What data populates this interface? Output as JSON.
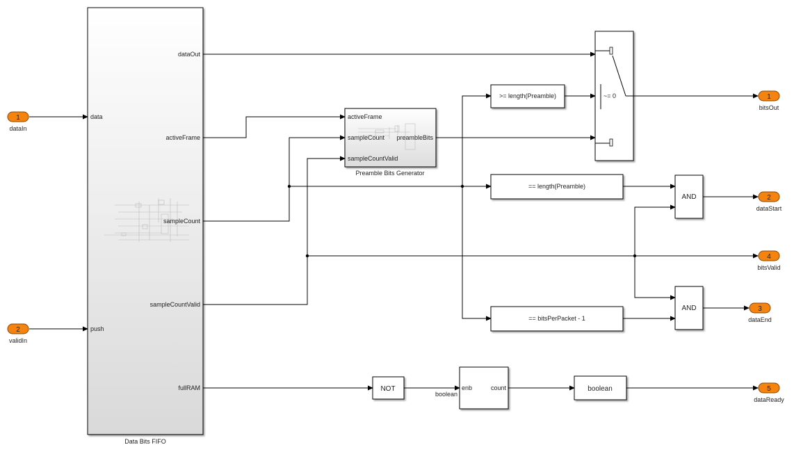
{
  "colors": {
    "port_fill": "#f5830f",
    "port_stroke": "#8a4500",
    "wire": "#000000"
  },
  "inports": [
    {
      "number": "1",
      "name": "dataIn"
    },
    {
      "number": "2",
      "name": "validIn"
    }
  ],
  "outports": [
    {
      "number": "1",
      "name": "bitsOut"
    },
    {
      "number": "2",
      "name": "dataStart"
    },
    {
      "number": "4",
      "name": "bitsValid"
    },
    {
      "number": "3",
      "name": "dataEnd"
    },
    {
      "number": "5",
      "name": "dataReady"
    }
  ],
  "fifo": {
    "name": "Data Bits FIFO",
    "inputs": [
      "data",
      "push"
    ],
    "outputs": [
      "dataOut",
      "activeFrame",
      "sampleCount",
      "sampleCountValid",
      "fullRAM"
    ]
  },
  "preamble": {
    "name": "Preamble Bits Generator",
    "inputs": [
      "activeFrame",
      "sampleCount",
      "sampleCountValid"
    ],
    "output": "preambleBits"
  },
  "switch": {
    "criteria": "~= 0"
  },
  "compare": {
    "ge_preamble": ">= length(Preamble)",
    "eq_preamble": "== length(Preamble)",
    "eq_packet": "== bitsPerPacket - 1"
  },
  "logic": {
    "and1": "AND",
    "and2": "AND",
    "not": "NOT"
  },
  "counter": {
    "input": "enb",
    "output": "count",
    "signal_type": "boolean"
  },
  "convert": {
    "label": "boolean"
  }
}
